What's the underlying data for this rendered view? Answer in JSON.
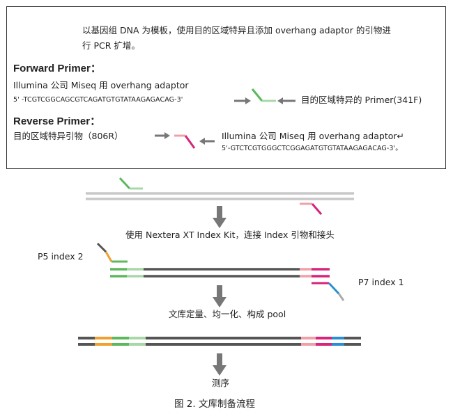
{
  "intro": {
    "line1": "以基因组 DNA 为模板，使用目的区域特异且添加 overhang  adaptor 的引物进",
    "line2": "行 PCR 扩增。"
  },
  "forward": {
    "heading": "Forward  Primer：",
    "adaptor_label": "Illumina 公司 Miseq 用 overhang adaptor",
    "sequence": "5' -TCGTCGGCAGCGTCAGATGTGTATAAGAGACAG-3'",
    "specific_label": "目的区域特异的 Primer(341F)"
  },
  "reverse": {
    "heading": "Reverse Primer：",
    "specific_label": "目的区域特异引物（806R）",
    "adaptor_label": "Illumina 公司 Miseq 用 overhang adaptor↵",
    "sequence": "5'-GTCTCGTGGGCTCGGAGATGTGTATAAGAGACAG-3'。"
  },
  "steps": {
    "step1": "使用 Nextera  XT  Index  Kit，连接 Index 引物和接头",
    "p5_label": "P5 index 2",
    "p7_label": "P7 index 1",
    "step2": "文库定量、均一化、构成 pool",
    "step3": "测序"
  },
  "caption": "图 2. 文库制备流程",
  "colors": {
    "forward_adaptor": "#5cb85c",
    "forward_specific": "#a8d8a8",
    "reverse_adaptor": "#d6257a",
    "reverse_specific": "#f0a0a8",
    "dna_strand": "#c8c8c8",
    "insert": "#555555",
    "p5_index": "#f0a030",
    "p7_index": "#2a8fd0",
    "arrow": "#777777"
  }
}
